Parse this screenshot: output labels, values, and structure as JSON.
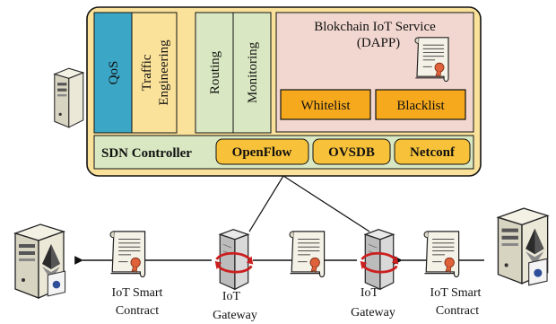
{
  "controller_panel": {
    "modules": [
      {
        "key": "qos",
        "lines": [
          "QoS"
        ],
        "color": "#3ba6c5"
      },
      {
        "key": "traffic-engineering",
        "lines": [
          "Traffic",
          "Engineering"
        ],
        "color": "#fbe29a"
      },
      {
        "key": "routing",
        "lines": [
          "Routing"
        ],
        "color": "#d9e8c2"
      },
      {
        "key": "monitoring",
        "lines": [
          "Monitoring"
        ],
        "color": "#d9e8c2"
      }
    ],
    "blockchain_service": {
      "title_line1": "Blokchain IoT Service",
      "title_line2": "(DAPP)",
      "color": "#f2d7d0",
      "whitelist_label": "Whitelist",
      "blacklist_label": "Blacklist",
      "list_color": "#f7a91d"
    },
    "sdn_controller": {
      "label": "SDN Controller",
      "color": "#d9e8c2",
      "protocols": [
        "OpenFlow",
        "OVSDB",
        "Netconf"
      ],
      "protocol_color": "#f7c23a"
    },
    "outer_color": "#fbe29a"
  },
  "network": {
    "left_contract_label": [
      "IoT Smart",
      "Contract"
    ],
    "left_gateway_label": [
      "IoT",
      "Gateway"
    ],
    "right_gateway_label": [
      "IoT",
      "Gateway"
    ],
    "right_contract_label": [
      "IoT Smart",
      "Contract"
    ]
  },
  "colors": {
    "scroll_fill": "#f4f1e6",
    "seal": "#e0623a",
    "cycle_arrow": "#cc1f1f",
    "server_body": "#e6e2d2",
    "ether_dark": "#2b2b2b",
    "ether_light": "#8a8a8a"
  },
  "icons": {
    "scroll": "smart-contract-scroll-icon",
    "server": "ethereum-server-icon",
    "gateway": "gateway-tower-icon"
  }
}
